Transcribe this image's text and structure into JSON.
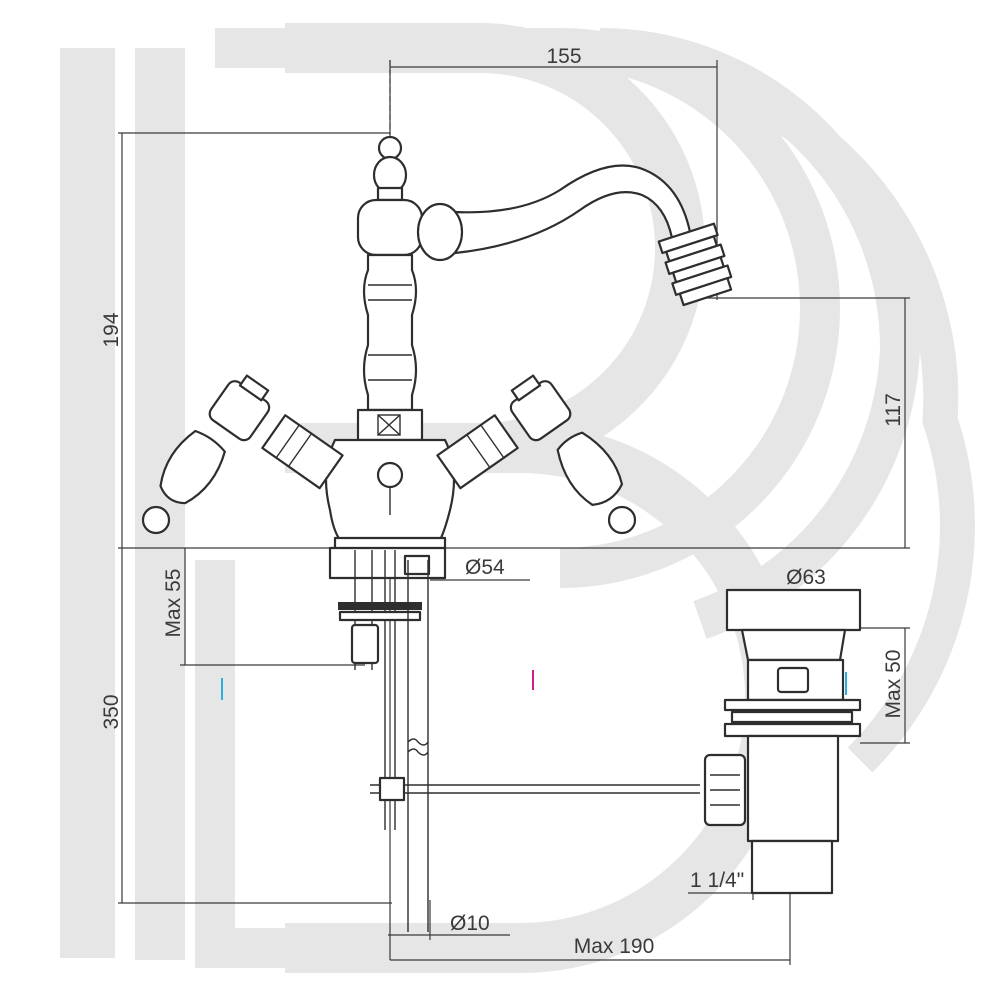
{
  "dimensions": {
    "spout_reach": "155",
    "total_height": "194",
    "spout_height": "117",
    "base_diameter": "Ø54",
    "max_deck_thickness": "Max 55",
    "install_height": "350",
    "waste_diameter": "Ø63",
    "waste_max": "Max 50",
    "waste_thread": "1 1/4\"",
    "rod_diameter": "Ø10",
    "max_reach": "Max 190"
  },
  "colors": {
    "watermark": "#e6e6e6",
    "line": "#3a3a3a",
    "marker_cyan": "#2ab0e0",
    "marker_magenta": "#d0208a"
  }
}
